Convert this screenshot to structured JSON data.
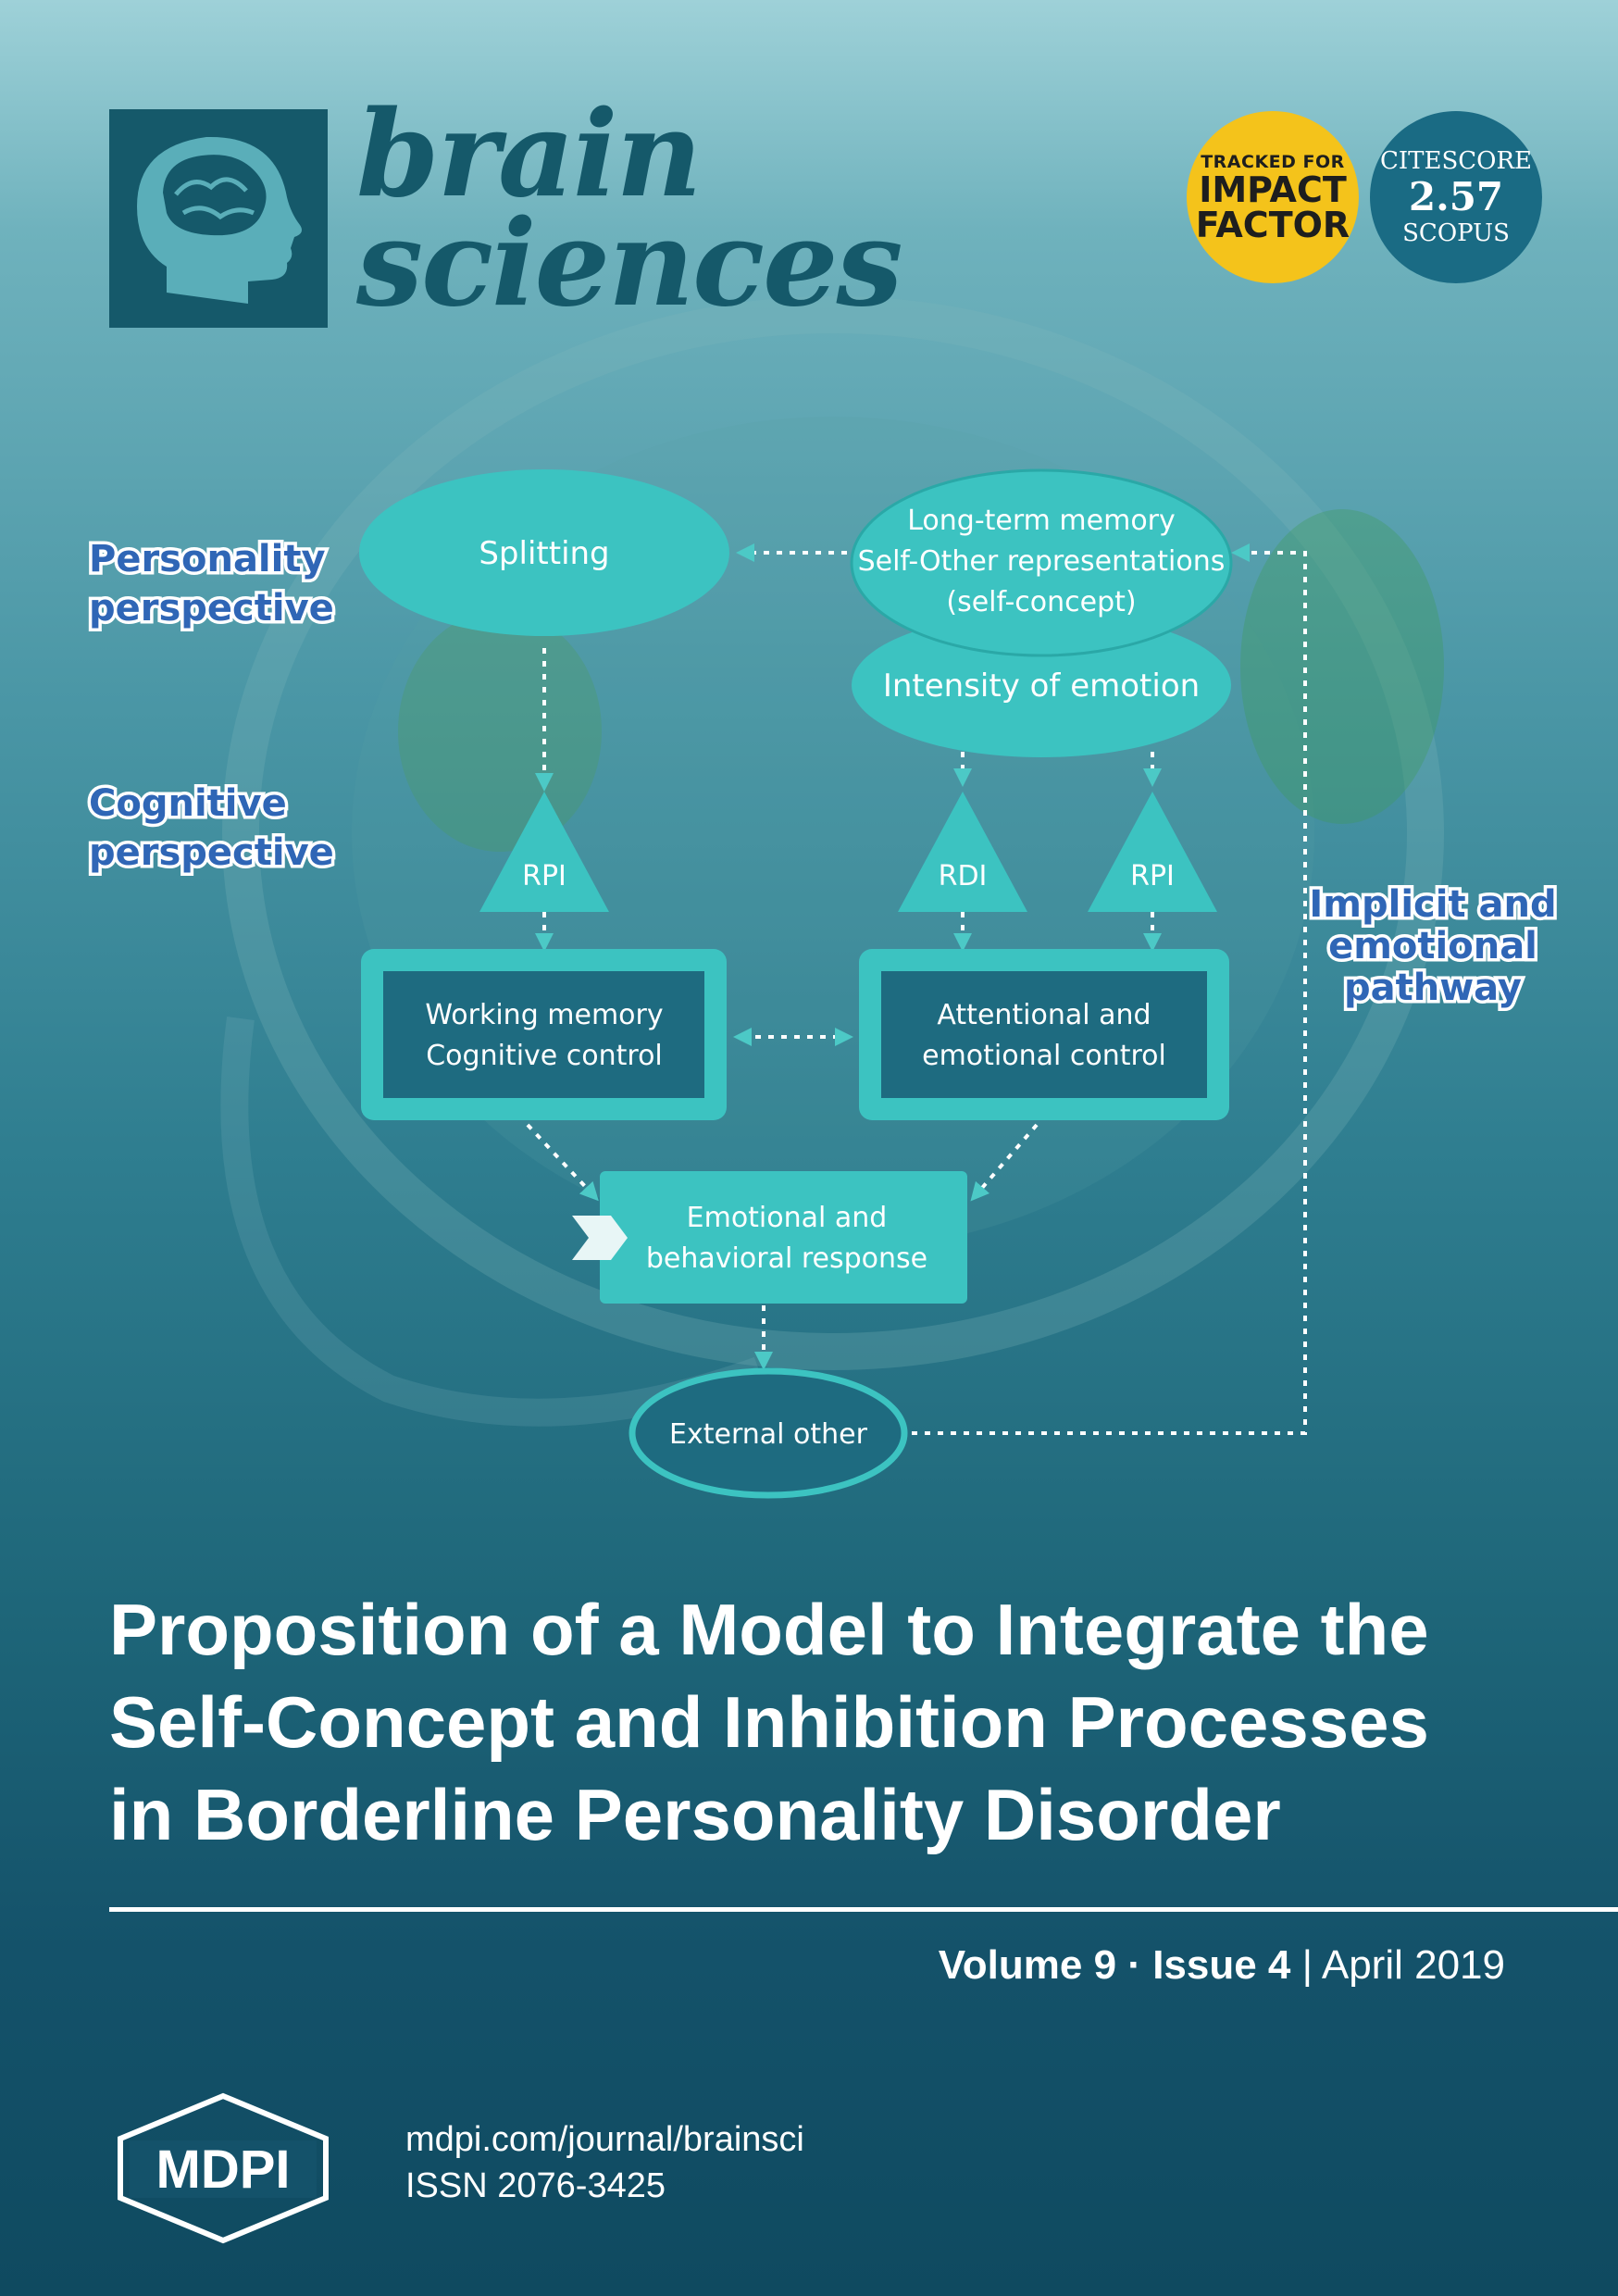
{
  "journal": {
    "name_line1": "brain",
    "name_line2": "sciences"
  },
  "badges": {
    "impact": {
      "line1": "TRACKED FOR",
      "line2": "IMPACT",
      "line3": "FACTOR"
    },
    "citescore": {
      "line1": "CITESCORE",
      "value": "2.57",
      "line3": "SCOPUS"
    }
  },
  "diagram": {
    "perspectives": {
      "personality": [
        "Personality",
        "perspective"
      ],
      "cognitive": [
        "Cognitive",
        "perspective"
      ],
      "implicit": [
        "Implicit and",
        "emotional",
        "pathway"
      ]
    },
    "nodes": {
      "splitting": "Splitting",
      "longterm": [
        "Long-term memory",
        "Self-Other representations",
        "(self-concept)"
      ],
      "intensity": "Intensity of emotion",
      "rpi_left": "RPI",
      "rdi": "RDI",
      "rpi_right": "RPI",
      "working": [
        "Working memory",
        "Cognitive control"
      ],
      "attentional": [
        "Attentional and",
        "emotional control"
      ],
      "response": [
        "Emotional and",
        "behavioral response"
      ],
      "external": "External other"
    }
  },
  "article": {
    "title_lines": [
      "Proposition of a Model to Integrate the",
      "Self-Concept and Inhibition Processes",
      "in Borderline Personality Disorder"
    ]
  },
  "issue": {
    "volume": "Volume 9",
    "separator": " · ",
    "issue": "Issue 4",
    "divider": " | ",
    "date": "April 2019"
  },
  "publisher": {
    "name": "MDPI",
    "url": "mdpi.com/journal/brainsci",
    "issn": "ISSN 2076-3425"
  }
}
